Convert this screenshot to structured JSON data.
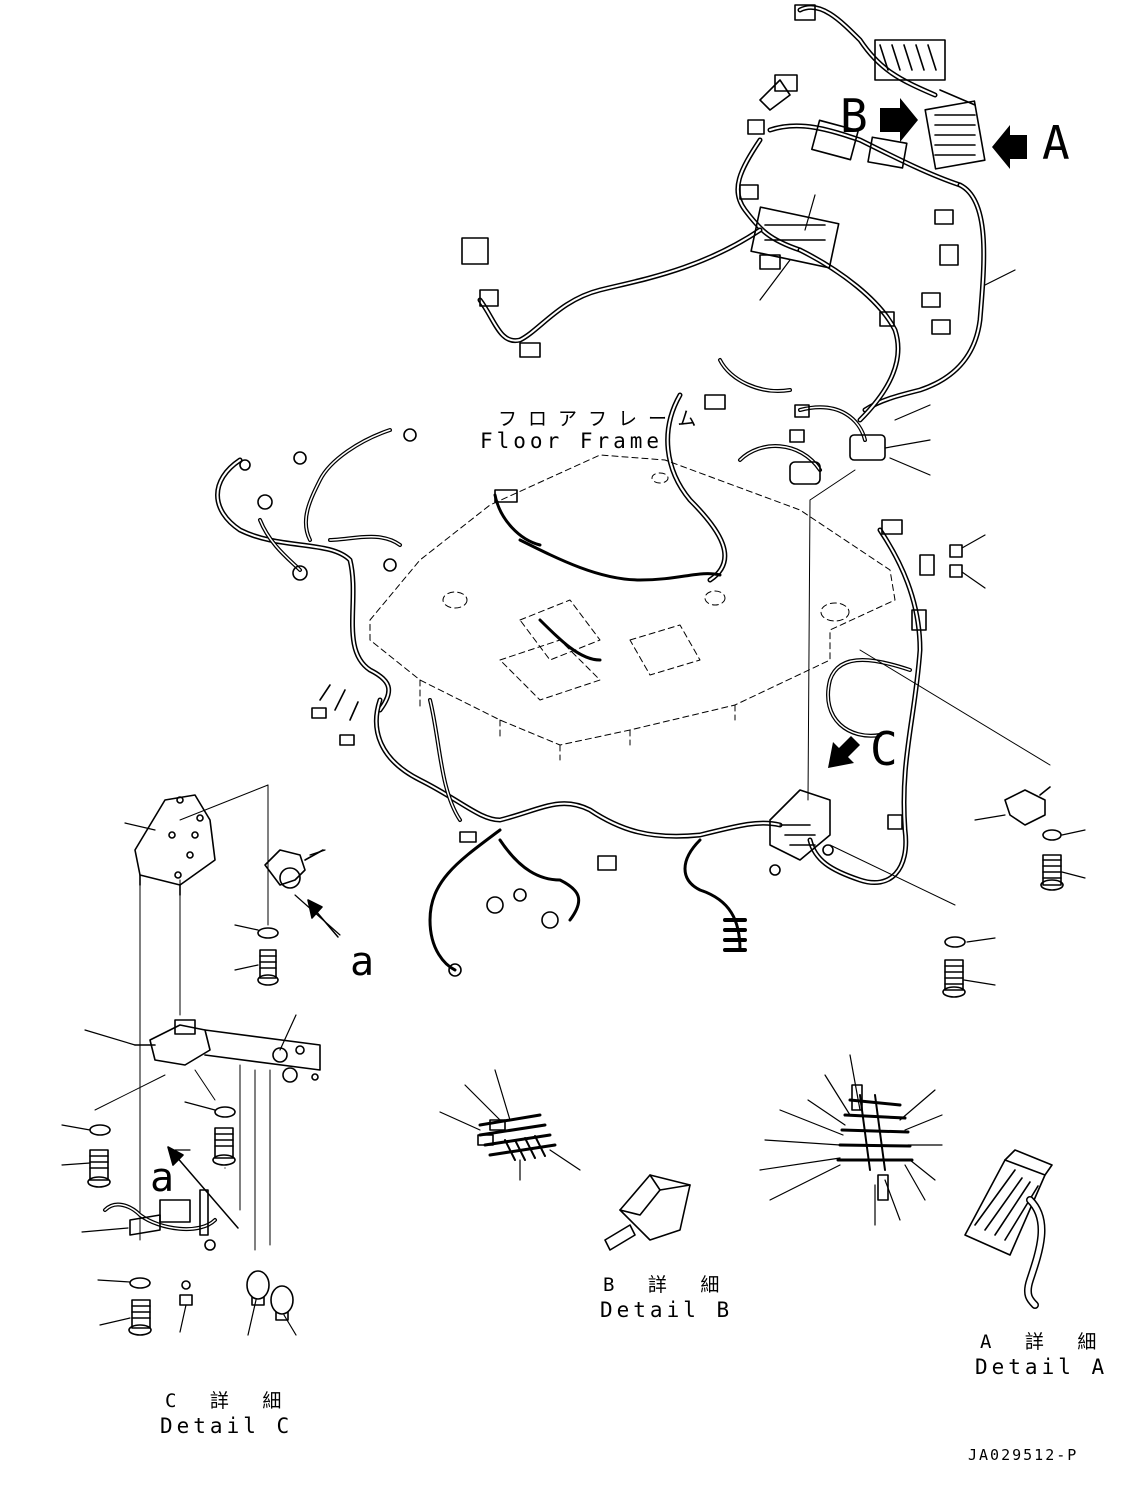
{
  "callouts": {
    "a_arrow_label": "A",
    "b_arrow_label": "B",
    "c_arrow_label": "C",
    "a_lower_1": "a",
    "a_lower_2": "a"
  },
  "floor_frame": {
    "jp": "フロアフレーム",
    "en": "Floor Frame"
  },
  "details": {
    "a_jp": "A 詳 細",
    "a_en": "Detail A",
    "b_jp": "B 詳 細",
    "b_en": "Detail B",
    "c_jp": "C 詳 細",
    "c_en": "Detail C"
  },
  "drawing_code": "JA029512-P",
  "colors": {
    "ink": "#000000",
    "background": "#ffffff"
  }
}
